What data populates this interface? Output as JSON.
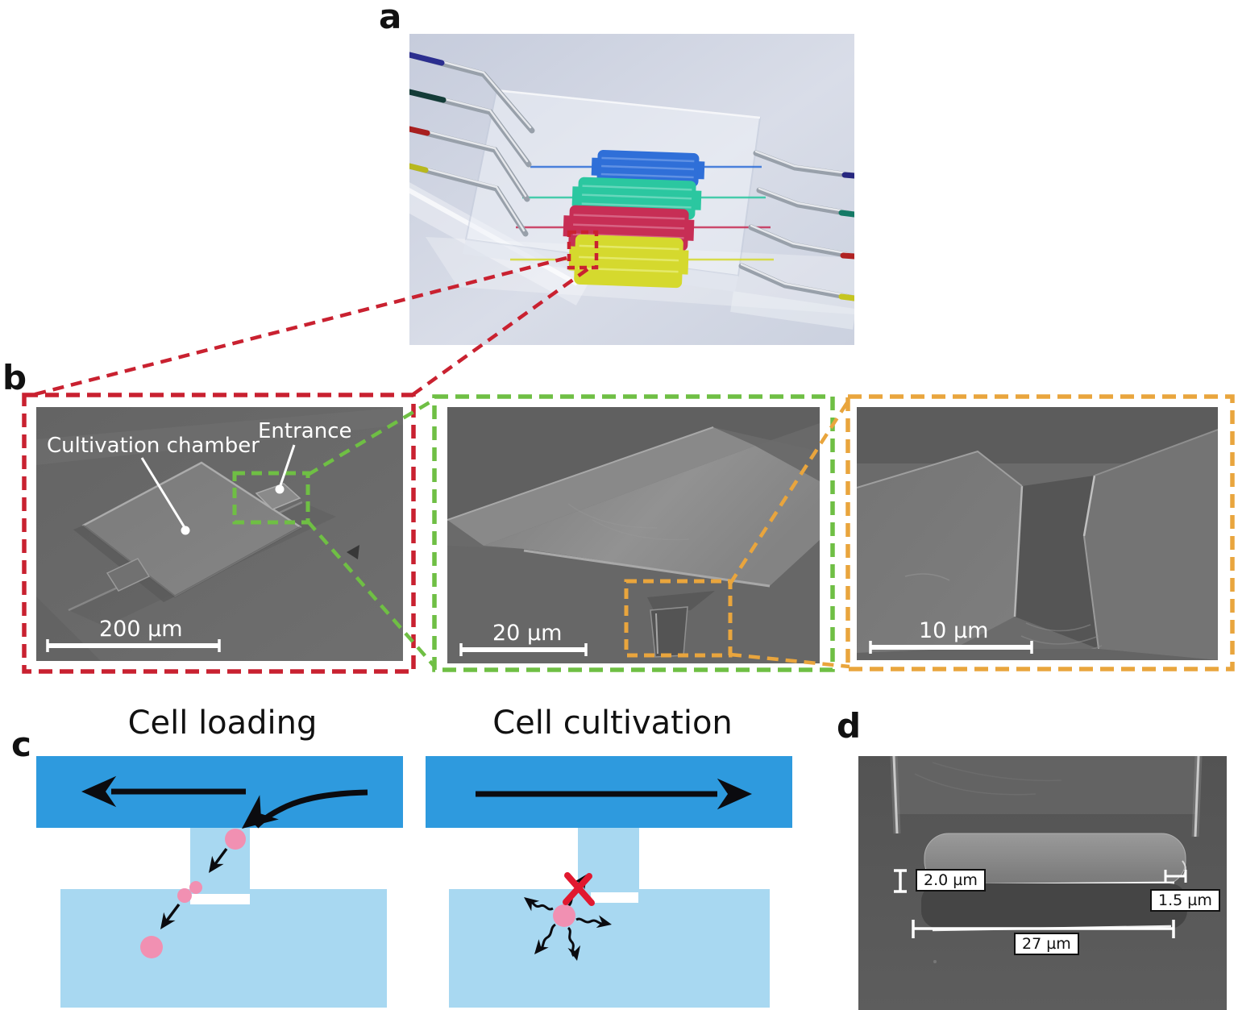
{
  "panels": {
    "a": {
      "letter": "a"
    },
    "b": {
      "letter": "b",
      "sem_overview": {
        "label_chamber": "Cultivation chamber",
        "label_entrance": "Entrance",
        "scale_bar": "200 µm"
      },
      "sem_mid": {
        "scale_bar": "20 µm"
      },
      "sem_close": {
        "scale_bar": "10 µm"
      }
    },
    "c": {
      "letter": "c",
      "loading_title": "Cell loading",
      "cultivation_title": "Cell cultivation"
    },
    "d": {
      "letter": "d",
      "measure_depth": "2.0 µm",
      "measure_gap": "1.5 µm",
      "measure_width": "27 µm"
    }
  },
  "colors": {
    "highlight_red": "#c92130",
    "highlight_green": "#6fbf44",
    "highlight_orange": "#e9a53d",
    "flow_channel_blue": "#2e9ade",
    "chamber_light_blue": "#a8d8f1",
    "cell_pink": "#f190b2",
    "block_red_x": "#e1182f",
    "arrow_black": "#0b0b0f",
    "chip_dye_blue": "#2f6fd8",
    "chip_dye_teal": "#2bc7a0",
    "chip_dye_crimson": "#c72e55",
    "chip_dye_yellow": "#d5d92e"
  }
}
